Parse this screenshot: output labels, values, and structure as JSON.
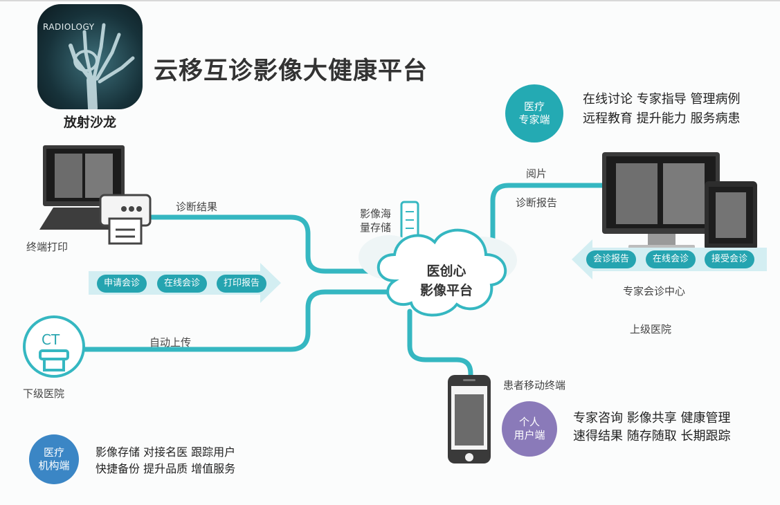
{
  "app": {
    "brand_text": "RADIOLOGY",
    "name": "放射沙龙"
  },
  "title": "云移互诊影像大健康平台",
  "center": {
    "line1": "医创心",
    "line2": "影像平台",
    "storage_line1": "影像海",
    "storage_line2": "量存储"
  },
  "left": {
    "printer_label": "终端打印",
    "result_label": "诊断结果",
    "buttons": [
      "申请会诊",
      "在线会诊",
      "打印报告"
    ],
    "ct_text": "CT",
    "upload_label": "自动上传",
    "lower_hospital": "下级医院"
  },
  "right": {
    "read_label": "阅片",
    "report_label": "诊断报告",
    "buttons": [
      "会诊报告",
      "在线会诊",
      "接受会诊"
    ],
    "center_label": "专家会诊中心",
    "upper_hospital": "上级医院"
  },
  "mobile": {
    "label": "患者移动终端"
  },
  "roles": {
    "expert": {
      "line1": "医疗",
      "line2": "专家端",
      "features": [
        "在线讨论 专家指导 管理病例",
        "远程教育 提升能力 服务病患"
      ]
    },
    "personal": {
      "line1": "个人",
      "line2": "用户端",
      "features": [
        "专家咨询 影像共享 健康管理",
        "速得结果 随存随取 长期跟踪"
      ]
    },
    "institution": {
      "line1": "医疗",
      "line2": "机构端",
      "features": [
        "影像存储 对接名医 跟踪用户",
        "快捷备份 提升品质 增值服务"
      ]
    }
  },
  "colors": {
    "connector": "#35b7c1",
    "teal": "#24aab3",
    "purple": "#8a7ab9",
    "blue": "#3b86c5",
    "arrow": "#d3eef2"
  }
}
